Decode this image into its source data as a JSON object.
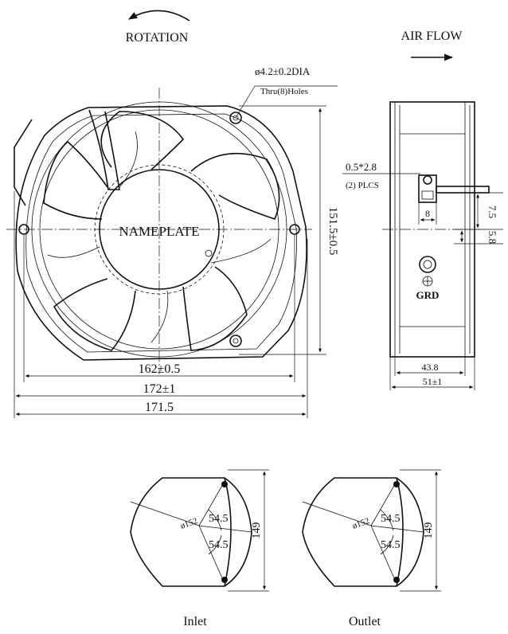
{
  "labels": {
    "rotation": "ROTATION",
    "air_flow": "AIR FLOW",
    "nameplate": "NAMEPLATE",
    "hole_dia": "ø4.2±0.2DIA",
    "hole_thru": "Thru(8)Holes",
    "terminal_size": "0.5*2.8",
    "terminal_count": "(2) PLCS",
    "grd": "GRD",
    "inlet": "Inlet",
    "outlet": "Outlet"
  },
  "dimensions": {
    "height": "151.5±0.5",
    "width_hole": "162±0.5",
    "width_frame": "172±1",
    "width_overall": "171.5",
    "depth_inner": "43.8",
    "depth_overall": "51±1",
    "terminal_width": "8",
    "terminal_offset_a": "7.5",
    "terminal_offset_b": "5.8",
    "inlet_angle_top": "54.5",
    "inlet_angle_bottom": "54.5",
    "inlet_height": "149",
    "inlet_dia": "ø152",
    "outlet_angle_top": "54.5",
    "outlet_angle_bottom": "54.5",
    "outlet_height": "149",
    "outlet_dia": "ø152"
  }
}
